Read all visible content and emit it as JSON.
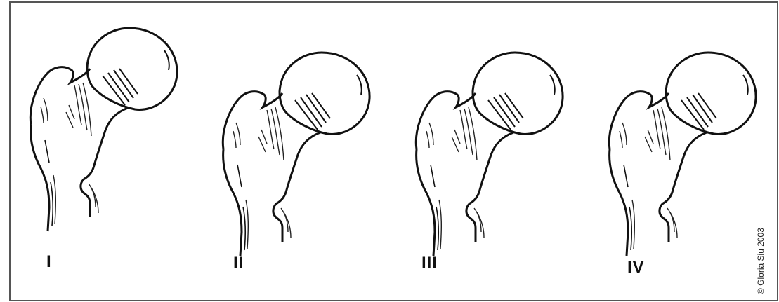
{
  "figure": {
    "panels": [
      {
        "label": "I"
      },
      {
        "label": "II"
      },
      {
        "label": "III"
      },
      {
        "label": "IV"
      }
    ],
    "credit": "© Gloria Siu 2003"
  },
  "colors": {
    "ink": "#111111",
    "background": "#ffffff",
    "frame": "#555555"
  }
}
